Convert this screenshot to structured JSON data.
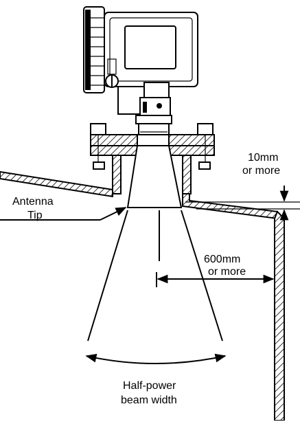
{
  "labels": {
    "clearance_top": "10mm",
    "clearance_top_sub": "or more",
    "antenna": "Antenna",
    "antenna_sub": "Tip",
    "wall_distance": "600mm",
    "wall_distance_sub": "or more",
    "beam": "Half-power",
    "beam_sub": "beam width"
  }
}
